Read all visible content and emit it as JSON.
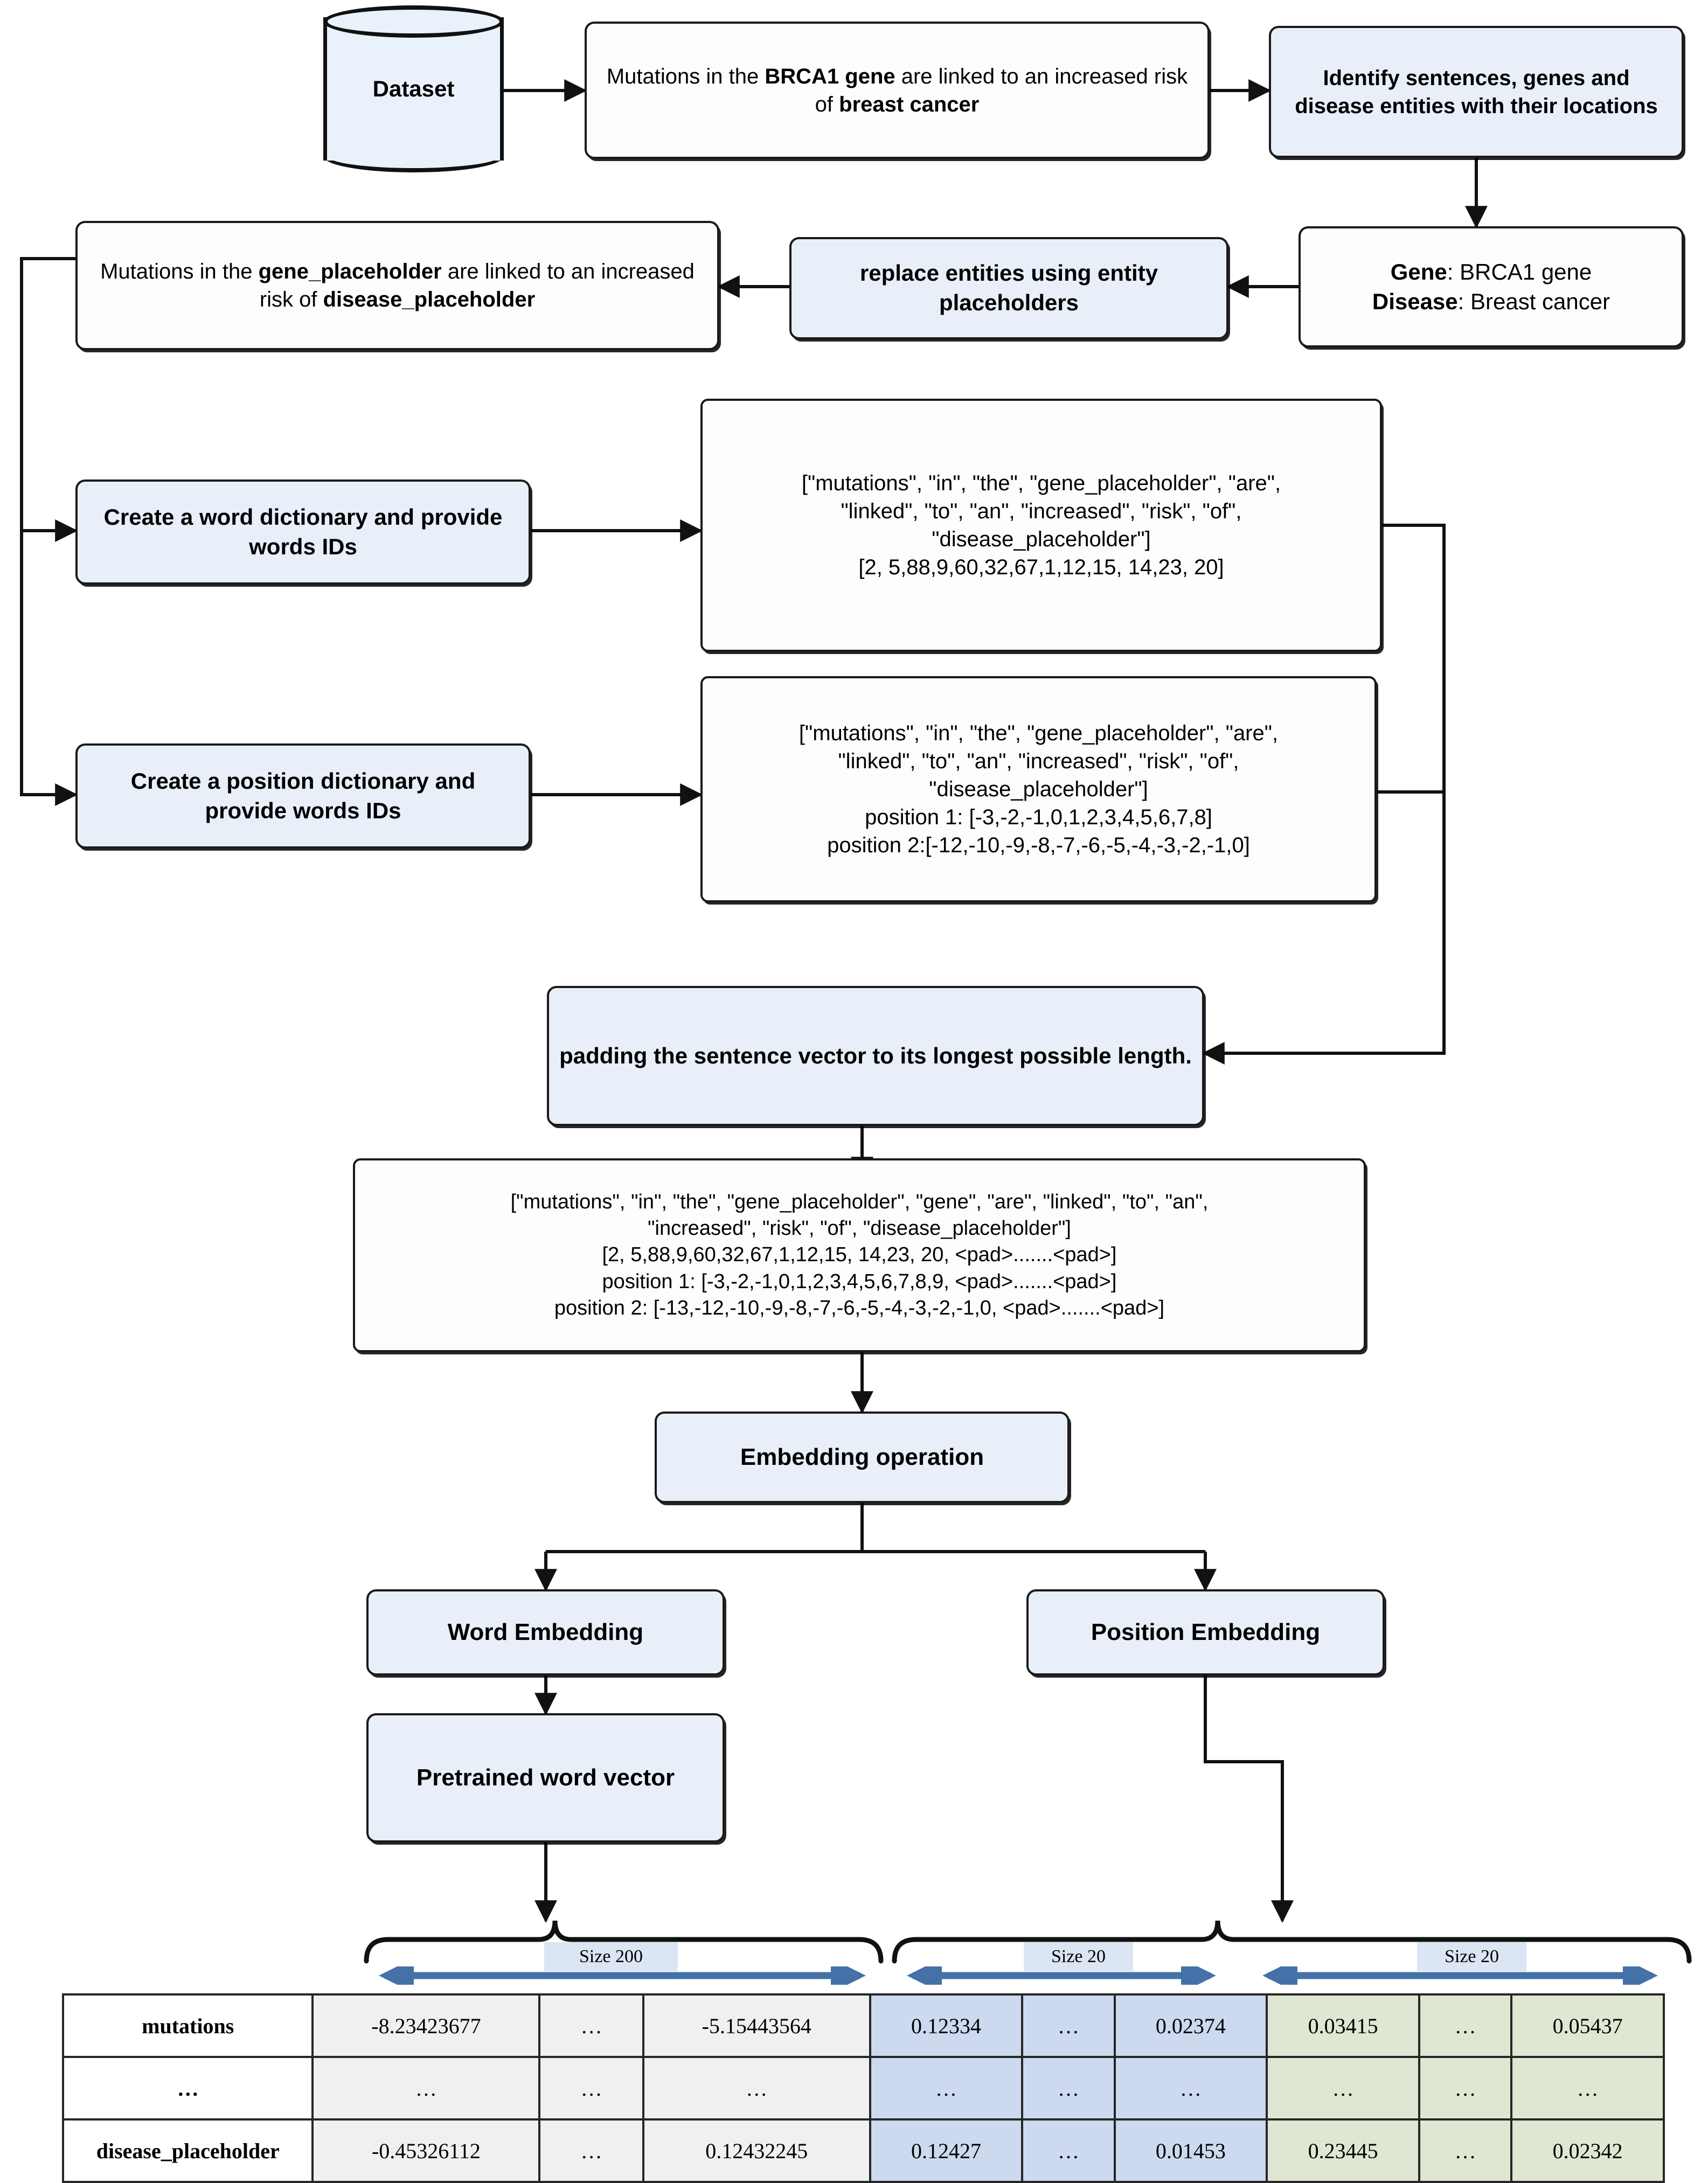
{
  "diagram": {
    "title": "Relation extraction preprocessing and embedding pipeline",
    "colors": {
      "process_fill": "#e8eff9",
      "data_fill": "#ffffff",
      "stroke": "#1a1a1a",
      "word_embed_cell": "#f0f0f0",
      "position1_cell": "#ccd9ee",
      "position2_cell": "#dfe7d2",
      "arrow_blue": "#4472a8"
    },
    "nodes": {
      "dataset": {
        "label": "Dataset"
      },
      "raw_sentence": {
        "parts": [
          {
            "text": "Mutations in the ",
            "bold": false
          },
          {
            "text": "BRCA1 gene",
            "bold": true
          },
          {
            "text": " are linked to an increased risk of ",
            "bold": false
          },
          {
            "text": "breast cancer",
            "bold": true
          }
        ]
      },
      "identify_entities": {
        "label": "Identify sentences, genes and disease entities with their locations"
      },
      "entities": {
        "gene_key": "Gene",
        "gene_value": ": BRCA1 gene",
        "disease_key": "Disease",
        "disease_value": ": Breast cancer"
      },
      "replace_entities": {
        "label": "replace entities using entity placeholders"
      },
      "placeholder_sentence": {
        "parts": [
          {
            "text": "Mutations in the ",
            "bold": false
          },
          {
            "text": "gene_placeholder",
            "bold": true
          },
          {
            "text": "  are linked to an increased risk of ",
            "bold": false
          },
          {
            "text": "disease_placeholder",
            "bold": true
          }
        ]
      },
      "word_dictionary": {
        "label": "Create a word dictionary and provide words IDs"
      },
      "position_dictionary": {
        "label": "Create a position dictionary and provide words IDs"
      },
      "word_ids_box": {
        "lines": [
          "[\"mutations\", \"in\", \"the\", \"gene_placeholder\", \"are\",",
          "\"linked\", \"to\", \"an\", \"increased\", \"risk\", \"of\",",
          "\"disease_placeholder\"]",
          "[2, 5,88,9,60,32,67,1,12,15, 14,23, 20]"
        ]
      },
      "position_ids_box": {
        "lines": [
          "[\"mutations\", \"in\", \"the\", \"gene_placeholder\", \"are\",",
          "\"linked\", \"to\", \"an\", \"increased\", \"risk\", \"of\",",
          "\"disease_placeholder\"]",
          "position 1: [-3,-2,-1,0,1,2,3,4,5,6,7,8]",
          "position 2:[-12,-10,-9,-8,-7,-6,-5,-4,-3,-2,-1,0]"
        ]
      },
      "padding": {
        "label": "padding the sentence vector to its longest possible length."
      },
      "padded_box": {
        "lines": [
          "[\"mutations\", \"in\", \"the\", \"gene_placeholder\", \"gene\", \"are\", \"linked\", \"to\", \"an\",",
          "\"increased\", \"risk\", \"of\", \"disease_placeholder\"]",
          "[2, 5,88,9,60,32,67,1,12,15, 14,23, 20, <pad>.......<pad>]",
          "position 1: [-3,-2,-1,0,1,2,3,4,5,6,7,8,9, <pad>.......<pad>]",
          "position 2: [-13,-12,-10,-9,-8,-7,-6,-5,-4,-3,-2,-1,0, <pad>.......<pad>]"
        ]
      },
      "embedding_operation": {
        "label": "Embedding operation"
      },
      "word_embedding": {
        "label": "Word Embedding"
      },
      "position_embedding": {
        "label": "Position Embedding"
      },
      "pretrained_word_vector": {
        "label": "Pretrained word vector"
      }
    },
    "matrix": {
      "size_labels": [
        "Size 200",
        "Size 20",
        "Size 20"
      ],
      "rows": [
        {
          "label": "mutations",
          "word": [
            "-8.23423677",
            "…",
            "-5.15443564"
          ],
          "pos1": [
            "0.12334",
            "…",
            "0.02374"
          ],
          "pos2": [
            "0.03415",
            "…",
            "0.05437"
          ]
        },
        {
          "label": "…",
          "word": [
            "…",
            "…",
            "…"
          ],
          "pos1": [
            "…",
            "…",
            "…"
          ],
          "pos2": [
            "…",
            "…",
            "…"
          ]
        },
        {
          "label": "disease_placeholder",
          "word": [
            "-0.45326112",
            "…",
            "0.12432245"
          ],
          "pos1": [
            "0.12427",
            "…",
            "0.01453"
          ],
          "pos2": [
            "0.23445",
            "…",
            "0.02342"
          ]
        }
      ]
    }
  }
}
